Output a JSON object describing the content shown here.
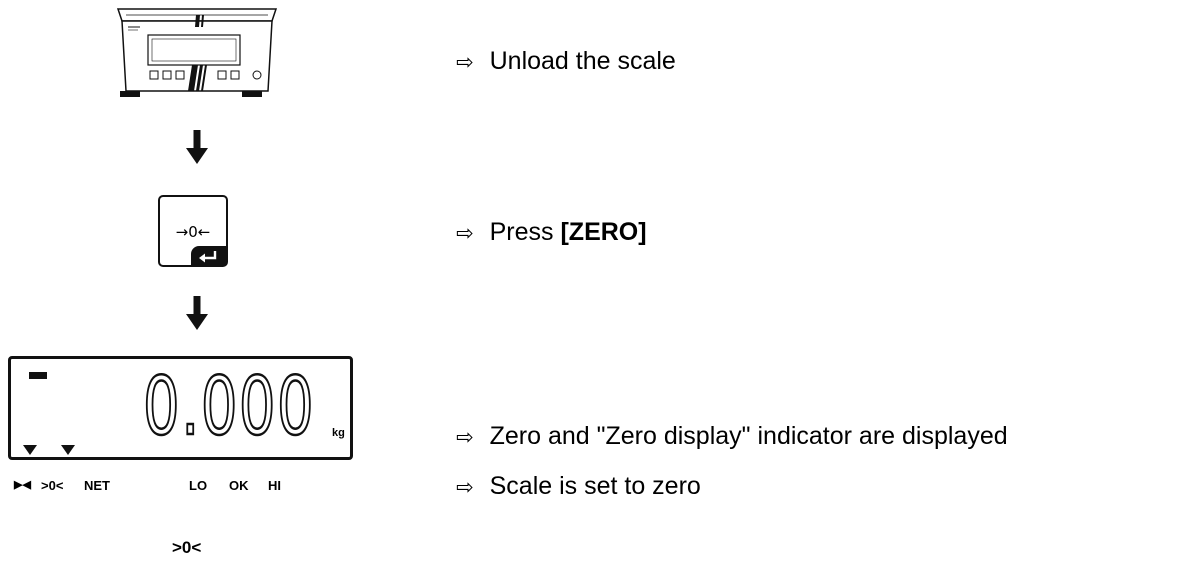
{
  "steps": [
    {
      "arrow": "⇨",
      "text": "Unload the scale"
    },
    {
      "arrow": "⇨",
      "prefix": "Press ",
      "key": "[ZERO]"
    },
    {
      "arrow": "⇨",
      "text": "Zero and \"Zero display\" indicator are displayed"
    },
    {
      "arrow": "⇨",
      "text": "Scale is set to zero"
    }
  ],
  "zero_key": {
    "label": "→0←",
    "icon": "enter-icon"
  },
  "display": {
    "value": "0.000",
    "unit": "kg",
    "annunciators": [
      "▶◀",
      ">0<",
      "NET",
      "LO",
      "OK",
      "HI"
    ]
  },
  "zero_symbol": ">0<",
  "colors": {
    "ink": "#111111",
    "background": "#ffffff"
  }
}
